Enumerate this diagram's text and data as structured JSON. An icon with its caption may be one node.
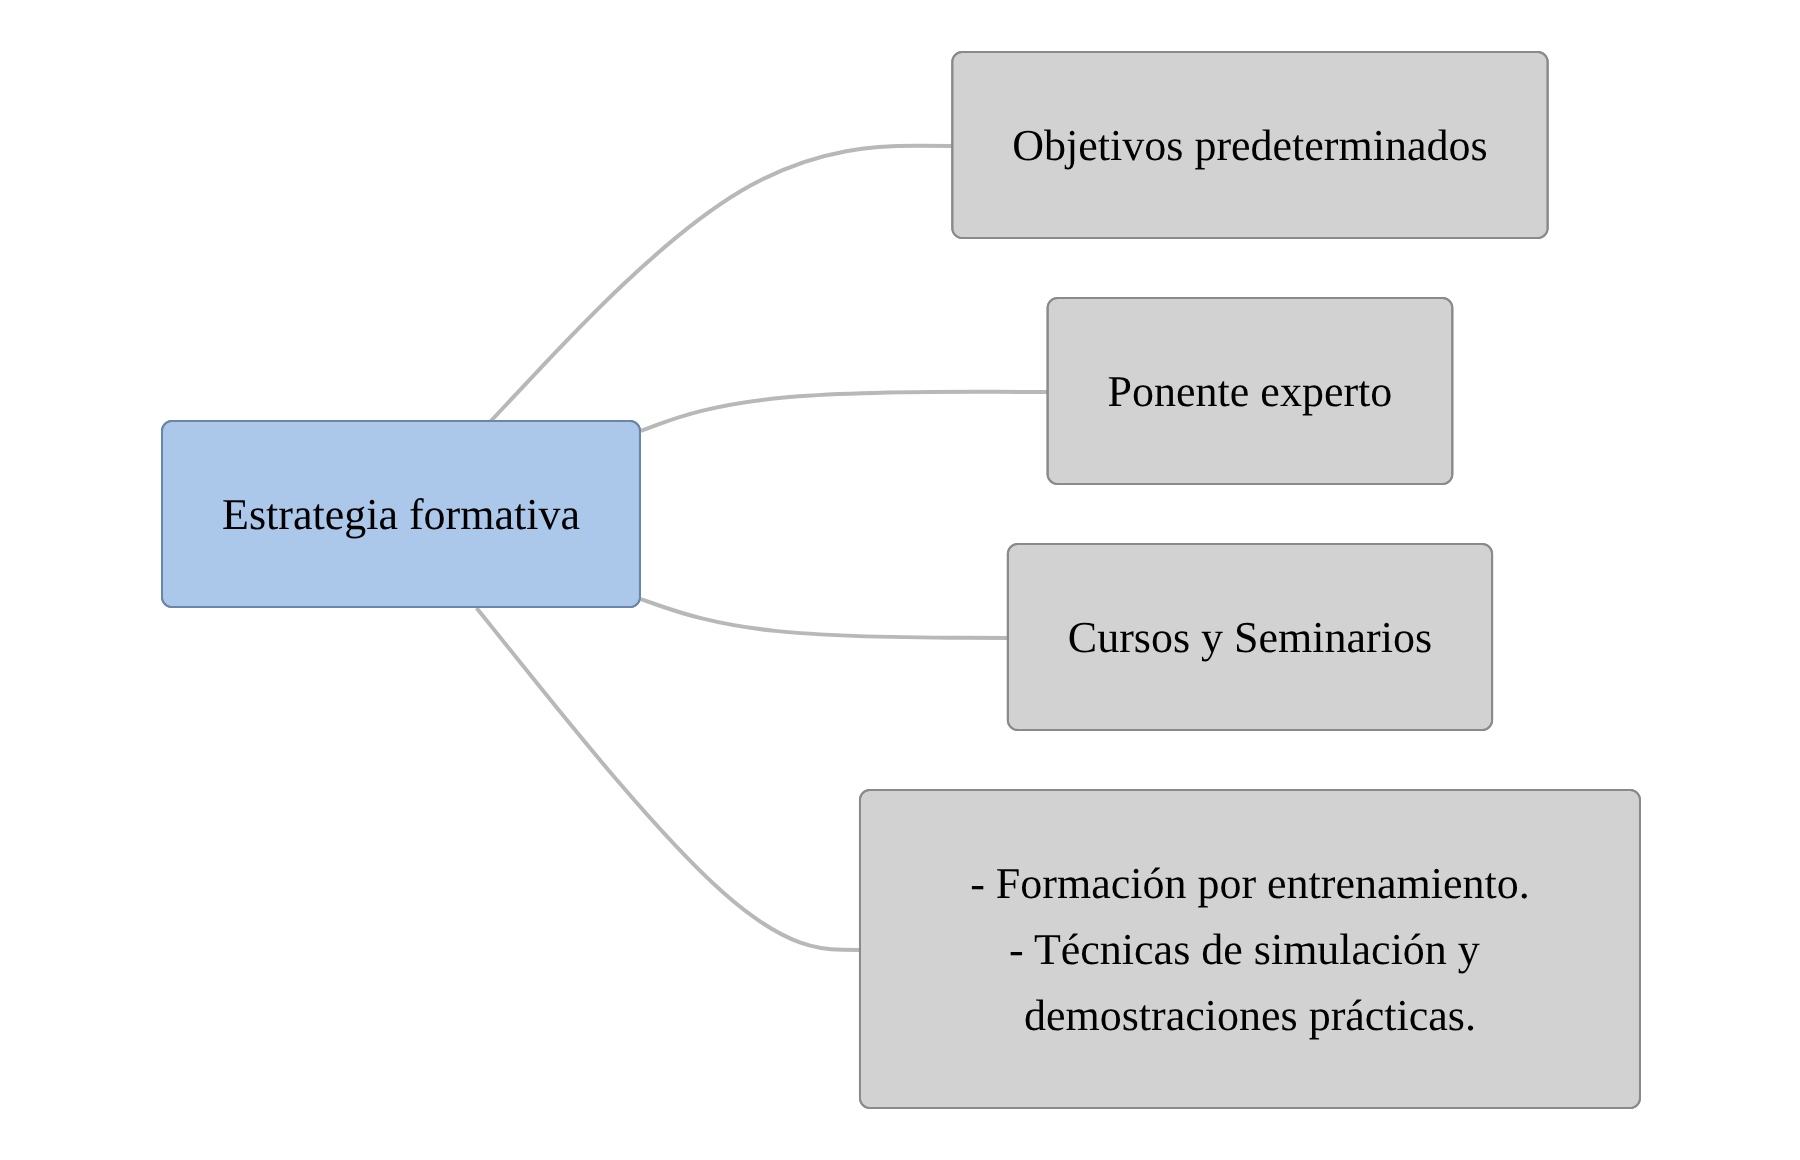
{
  "diagram": {
    "nodes": [
      {
        "text": [
          "Estrategia formativa"
        ]
      },
      {
        "text": [
          "Objetivos predeterminados"
        ]
      },
      {
        "text": [
          "Ponente experto"
        ]
      },
      {
        "text": [
          "Cursos y Seminarios"
        ]
      },
      {
        "text": [
          "- Formación por entrenamiento.",
          "- Técnicas de simulación y demostraciones prácticas."
        ]
      }
    ],
    "edges": [
      {
        "from": 0,
        "to": 1,
        "arrow": "none"
      },
      {
        "from": 0,
        "to": 2,
        "arrow": "none"
      },
      {
        "from": 0,
        "to": 3,
        "arrow": "none"
      },
      {
        "from": 0,
        "to": 4,
        "arrow": "none"
      }
    ]
  }
}
